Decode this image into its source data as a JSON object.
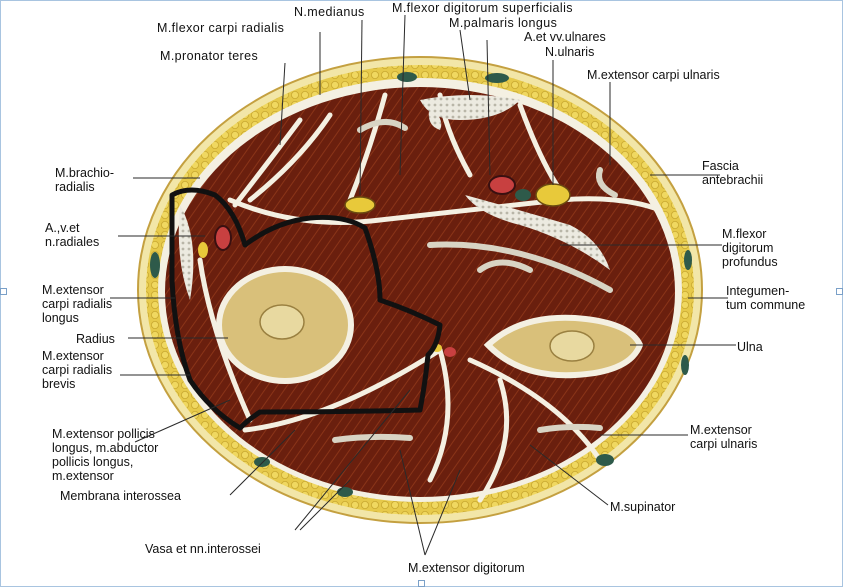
{
  "labels": {
    "flexor_carpi_radialis": "M.flexor carpi radialis",
    "medianus": "N.medianus",
    "flexor_digitorum_superficialis": "M.flexor digitorum  superficialis",
    "palmaris_longus": "M.palmaris longus",
    "vasa_ulnares": "A.et vv.ulnares",
    "n_ulnaris": "N.ulnaris",
    "pronator_teres": "M.pronator teres",
    "extensor_carpi_ulnaris_top": "M.extensor carpi ulnaris",
    "brachioradialis_1": "M.brachio-",
    "brachioradialis_2": "radialis",
    "fascia_1": "Fascia",
    "fascia_2": "antebrachii",
    "vasa_radiales_1": "A.,v.et",
    "vasa_radiales_2": "n.radiales",
    "fdp_1": "M.flexor",
    "fdp_2": "digitorum",
    "fdp_3": "profundus",
    "ecrl_1": "M.extensor",
    "ecrl_2": "carpi  radialis",
    "ecrl_3": "longus",
    "integumentum_1": "Integumen-",
    "integumentum_2": "tum commune",
    "radius": "Radius",
    "ulna": "Ulna",
    "ecrb_1": "M.extensor",
    "ecrb_2": "carpi radialis",
    "ecrb_3": "brevis",
    "epl_1": "M.extensor pollicis",
    "epl_2": "longus,  m.abductor",
    "epl_3": "pollicis longus,",
    "epl_4": "m.extensor",
    "extensor_carpi_ulnaris_bottom_1": "M.extensor",
    "extensor_carpi_ulnaris_bottom_2": "carpi ulnaris",
    "membrana": "Membrana interossea",
    "supinator": "M.supinator",
    "vasa_interossei": "Vasa et nn.interossei",
    "extensor_digitorum": "M.extensor digitorum"
  },
  "colors": {
    "muscle": "#6a1f0e",
    "muscle_stripe": "#8a3418",
    "fat": "#e6c94a",
    "skin": "#f2e6a8",
    "fascia": "#f4f0e2",
    "bone": "#d9c07a",
    "marrow": "#e8d9a0",
    "outline": "#111111",
    "leader": "#2a2a2a"
  }
}
